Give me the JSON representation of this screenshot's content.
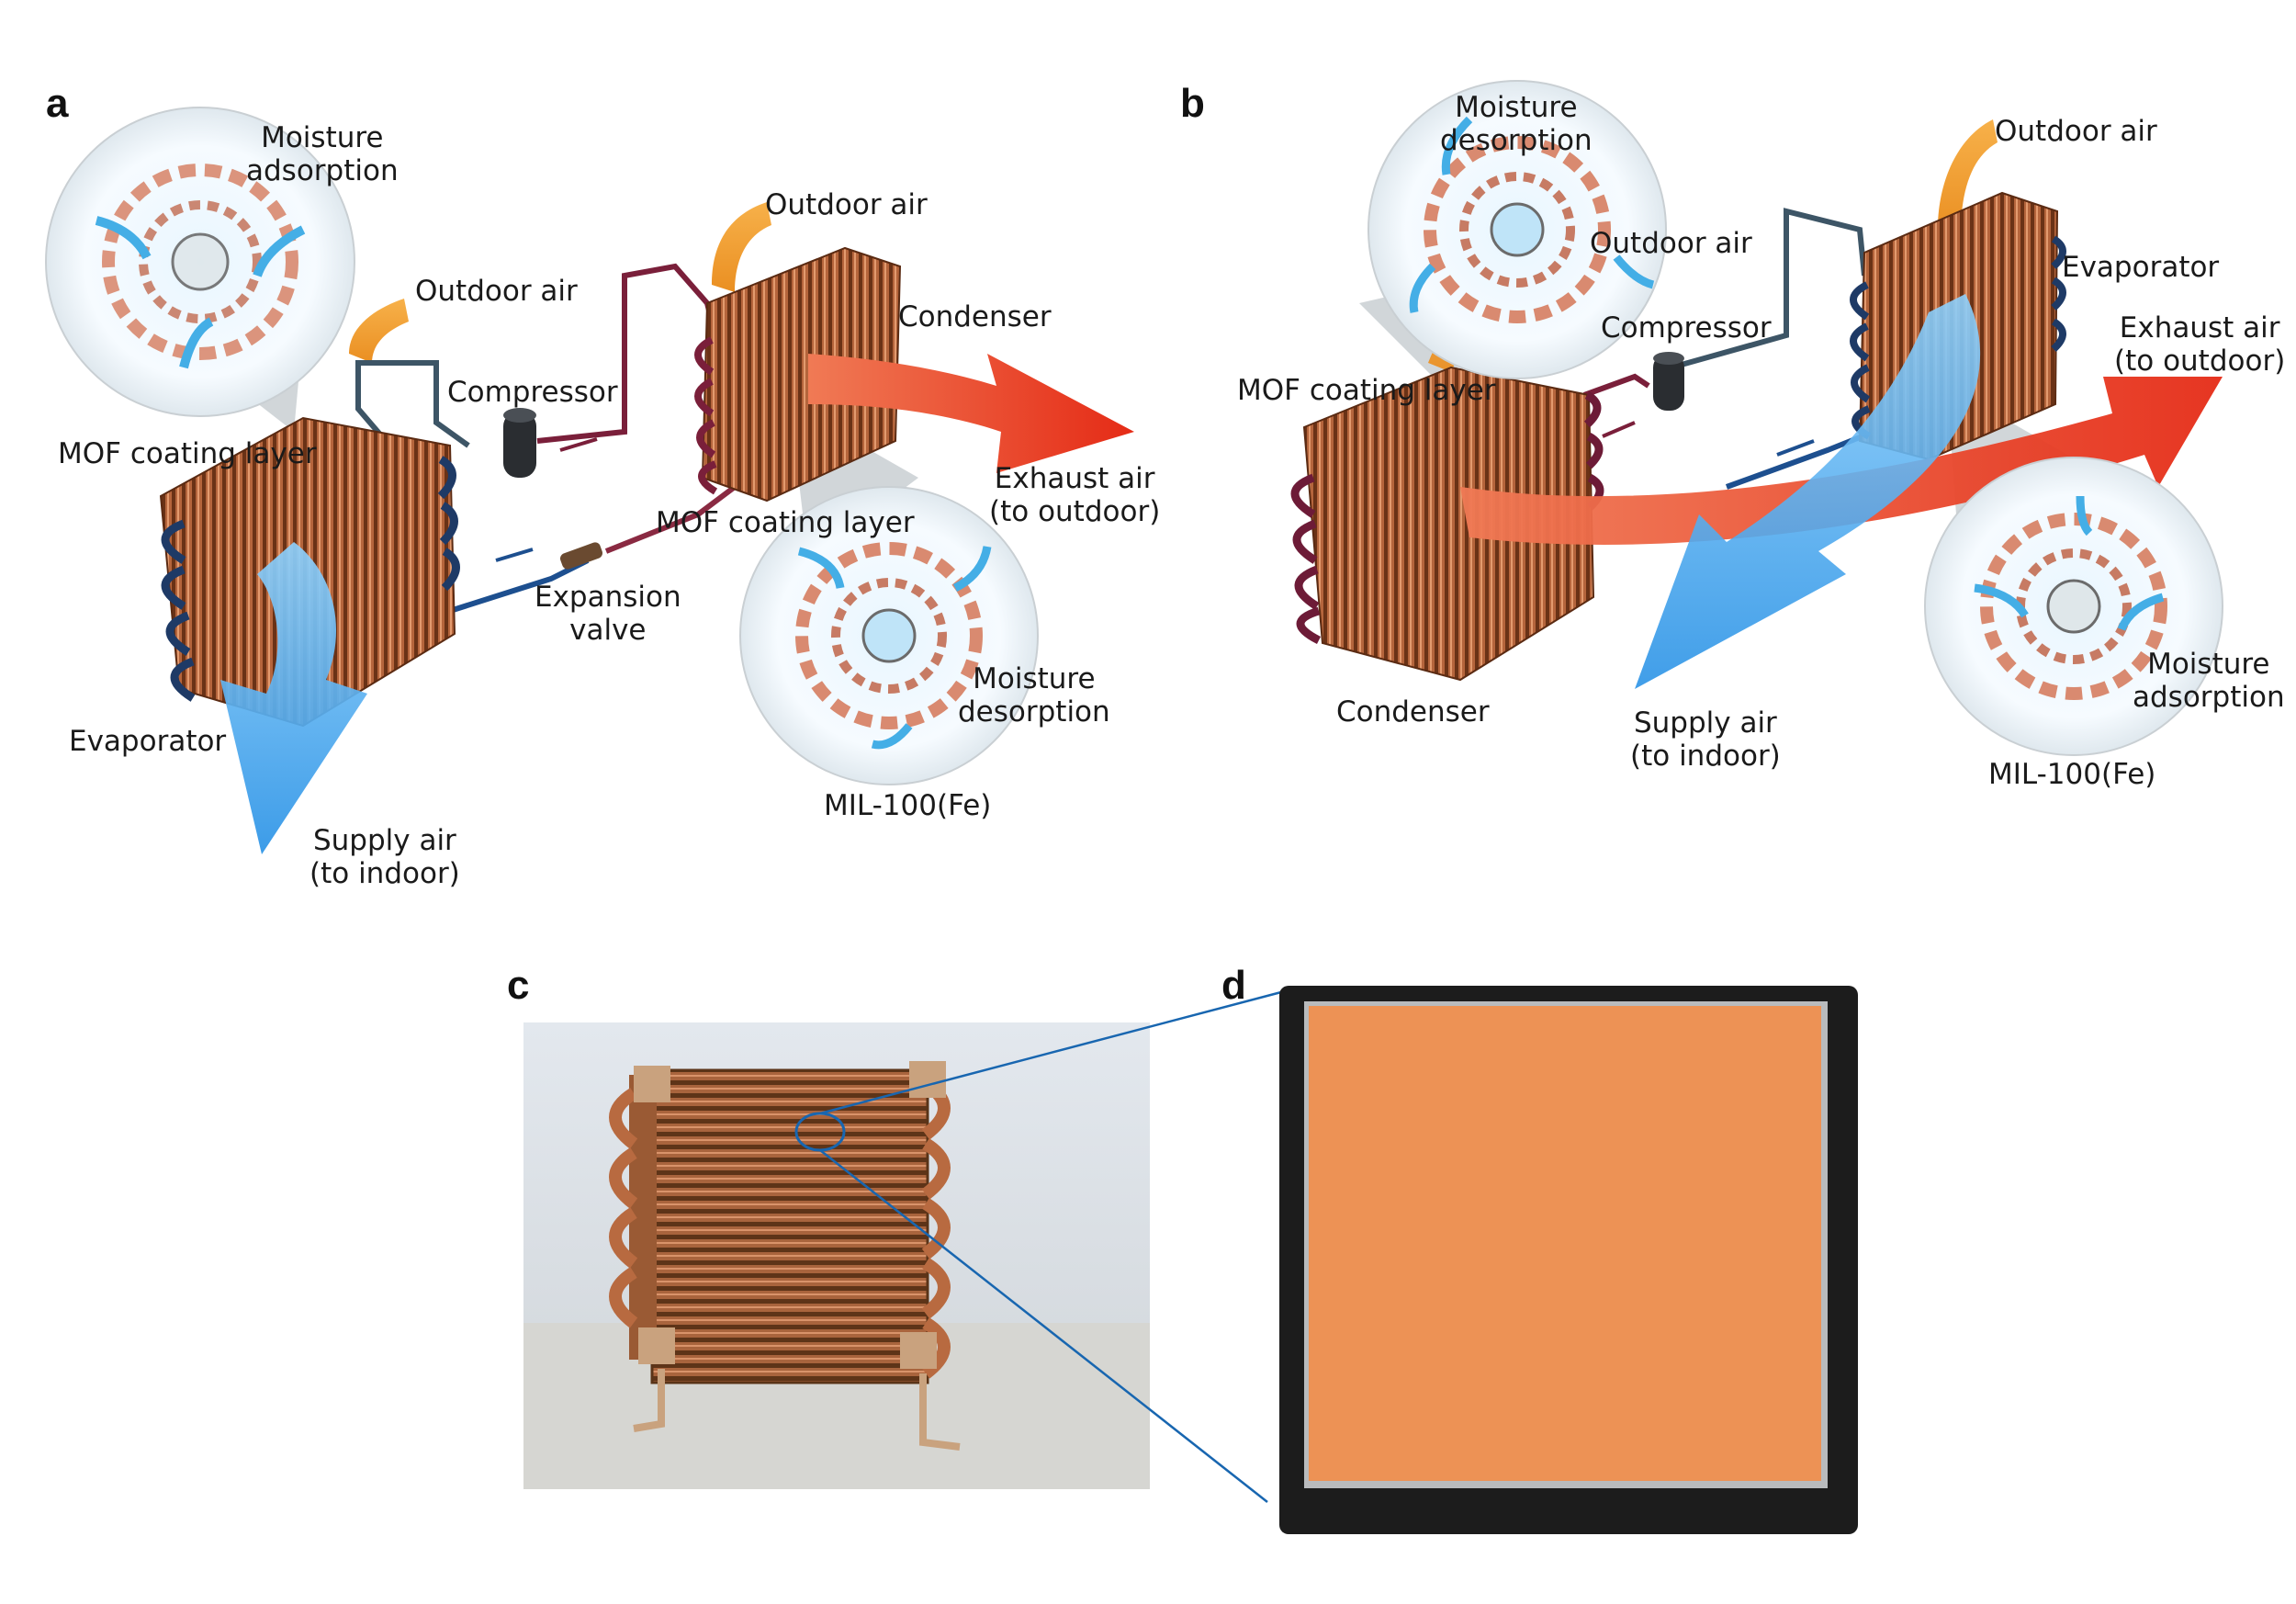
{
  "figure": {
    "panel_letters": {
      "a": "a",
      "b": "b",
      "c": "c",
      "d": "d"
    },
    "panel_a": {
      "moisture_adsorption": [
        "Moisture",
        "adsorption"
      ],
      "outdoor_air_left": "Outdoor air",
      "outdoor_air_right": "Outdoor air",
      "compressor": "Compressor",
      "condenser": "Condenser",
      "mof_coating_left": "MOF coating layer",
      "mof_coating_right": "MOF coating layer",
      "exhaust_air": [
        "Exhaust air",
        "(to outdoor)"
      ],
      "expansion_valve": [
        "Expansion",
        "valve"
      ],
      "moisture_desorption": [
        "Moisture",
        "desorption"
      ],
      "evaporator": "Evaporator",
      "supply_air": [
        "Supply air",
        "(to indoor)"
      ],
      "mil_label": "MIL-100(Fe)"
    },
    "panel_b": {
      "moisture_desorption": [
        "Moisture",
        "desorption"
      ],
      "outdoor_air_top": "Outdoor air",
      "outdoor_air_mid": "Outdoor air",
      "evaporator": "Evaporator",
      "compressor": "Compressor",
      "exhaust_air": [
        "Exhaust air",
        "(to outdoor)"
      ],
      "mof_coating": "MOF coating layer",
      "moisture_adsorption": [
        "Moisture",
        "adsorption"
      ],
      "condenser": "Condenser",
      "supply_air": [
        "Supply air",
        "(to indoor)"
      ],
      "mil_label": "MIL-100(Fe)"
    }
  },
  "colors": {
    "copper": "#b8643a",
    "copper_dark": "#6e3418",
    "copper_light": "#e0946a",
    "hot_arrow": "#e8301c",
    "cold_arrow": "#3fa6ee",
    "outdoor_arrow": "#f4a236",
    "mof_coating": "#f0975a",
    "pipe_hot": "#7a1f3a",
    "pipe_cold": "#1d4f8f",
    "pipe_gray": "#3d5566"
  }
}
